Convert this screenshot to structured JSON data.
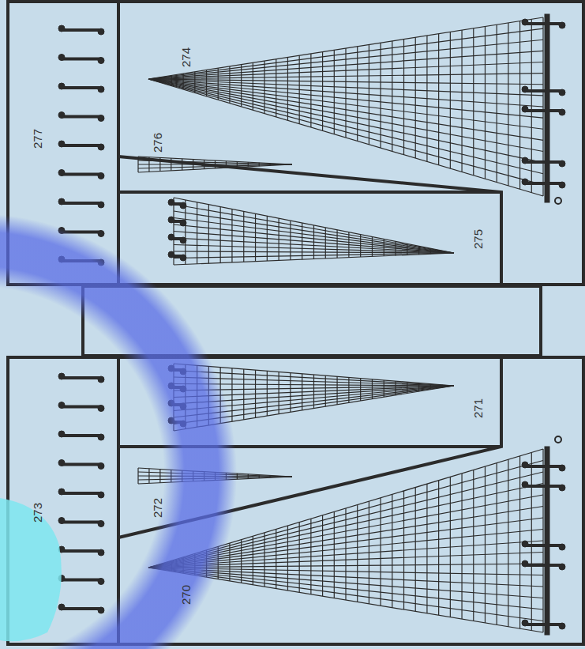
{
  "diagram": {
    "labels": [
      "277",
      "274",
      "276",
      "275",
      "271",
      "272",
      "273",
      "270"
    ]
  }
}
